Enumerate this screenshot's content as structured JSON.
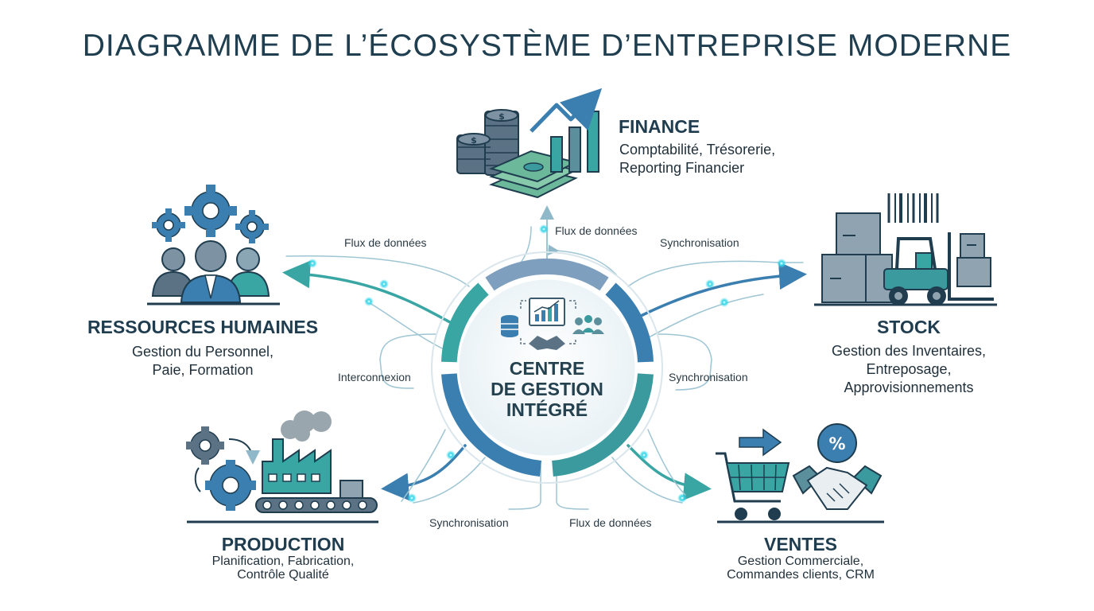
{
  "title": "DIAGRAMME DE L’ÉCOSYSTÈME D’ENTREPRISE MODERNE",
  "hub": {
    "lines": [
      "CENTRE",
      "DE GESTION",
      "INTÉGRÉ"
    ],
    "icons": [
      "database-icon",
      "chart-icon",
      "handshake-icon",
      "people-icon"
    ]
  },
  "modules": {
    "finance": {
      "title": "FINANCE",
      "desc": [
        "Comptabilité, Trésorerie,",
        "Reporting Financier"
      ],
      "icon": "money-chart-icon"
    },
    "rh": {
      "title": "RESSOURCES HUMAINES",
      "desc": [
        "Gestion du Personnel,",
        "Paie, Formation"
      ],
      "icon": "people-gears-icon"
    },
    "stock": {
      "title": "STOCK",
      "desc": [
        "Gestion des Inventaires,",
        "Entreposage,",
        "Approvisionnements"
      ],
      "icon": "warehouse-forklift-icon"
    },
    "production": {
      "title": "PRODUCTION",
      "desc": [
        "Planification, Fabrication,",
        "Contrôle Qualité"
      ],
      "icon": "factory-icon"
    },
    "ventes": {
      "title": "VENTES",
      "desc": [
        "Gestion Commerciale,",
        "Commandes clients, CRM"
      ],
      "icon": "cart-handshake-icon"
    }
  },
  "connectors": {
    "rh_flux": "Flux de données",
    "finance_flux": "Flux de données",
    "stock_sync": "Synchronisation",
    "rh_interconnexion": "Interconnexion",
    "stock_sync2": "Synchronisation",
    "production_sync": "Synchronisation",
    "ventes_flux": "Flux de données"
  },
  "colors": {
    "dark_blue": "#1f3d4f",
    "teal": "#3aa6a3",
    "blue": "#3b7eb0",
    "slate": "#5b7284",
    "light_line": "#9ec5d3",
    "glow": "#34d6e8"
  }
}
